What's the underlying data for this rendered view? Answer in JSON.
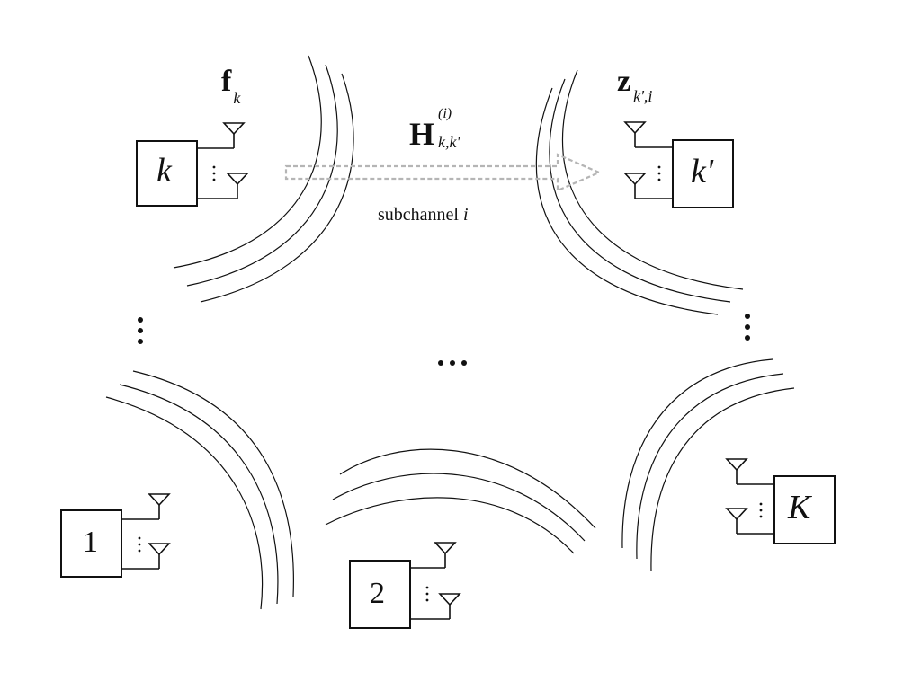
{
  "nodes": {
    "k": "k",
    "k_prime": "k'",
    "one": "1",
    "two": "2",
    "K": "K"
  },
  "labels": {
    "precoder_main": "f",
    "precoder_sub": "k",
    "receiver_main": "z",
    "receiver_sub": "k',i",
    "channel_main": "H",
    "channel_sup": "(i)",
    "channel_sub": "k,k'",
    "subchannel_text": "subchannel ",
    "subchannel_index": "i"
  },
  "colors": {
    "ink": "#111111",
    "arrow": "#b5b5b5",
    "background": "#ffffff"
  }
}
